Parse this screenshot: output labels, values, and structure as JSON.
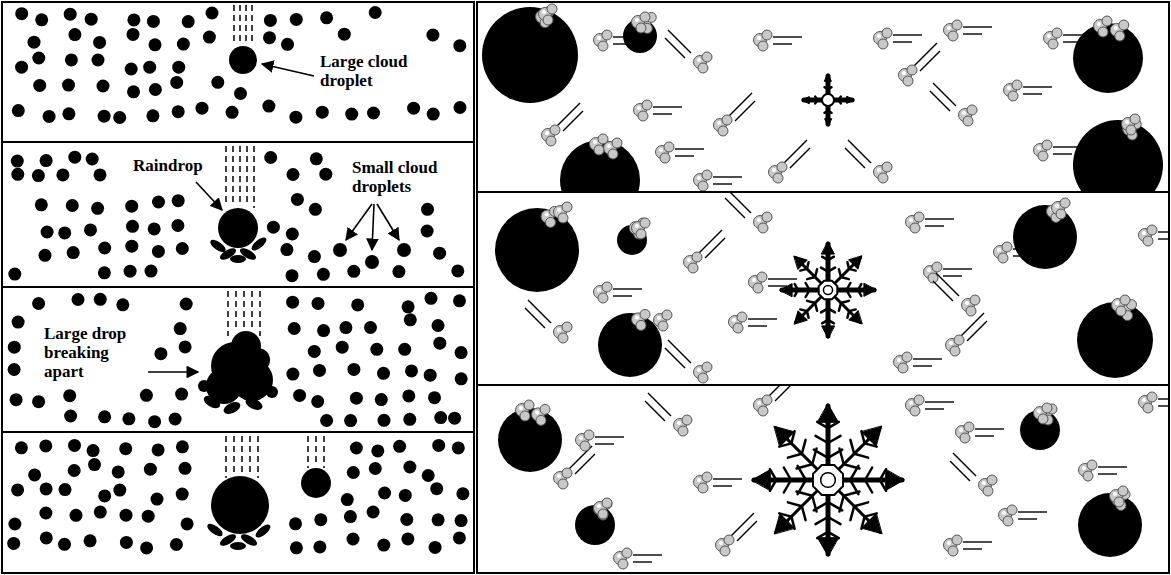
{
  "diagram": {
    "labels": [
      "Large cloud droplet",
      "Raindrop",
      "Small cloud droplets",
      "Large drop breaking apart"
    ]
  }
}
